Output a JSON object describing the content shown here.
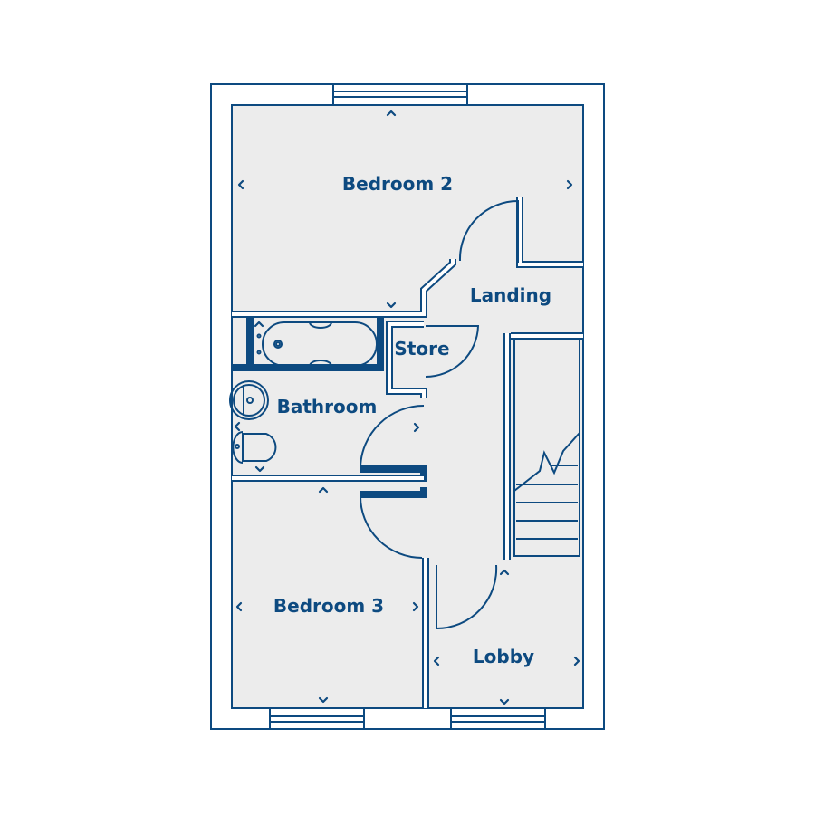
{
  "plan": {
    "rooms": {
      "bedroom2": "Bedroom 2",
      "landing": "Landing",
      "store": "Store",
      "bathroom": "Bathroom",
      "bedroom3": "Bedroom 3",
      "lobby": "Lobby"
    },
    "icons": [
      "dimension-marker-icon",
      "window-icon",
      "door-swing-icon",
      "bath-icon",
      "basin-icon",
      "toilet-icon",
      "stairs-icon"
    ],
    "colors": {
      "line": "#0d4a80",
      "floor": "#ececec"
    }
  }
}
